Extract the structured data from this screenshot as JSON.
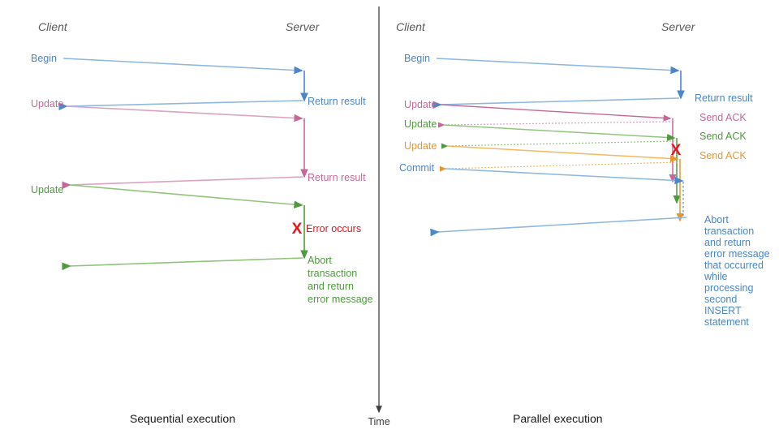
{
  "colors": {
    "blue": "#4a86c8",
    "blue_light": "#8fb8e0",
    "pink": "#c4689a",
    "pink_light": "#dba3c2",
    "green": "#4e9a3d",
    "green_light": "#92c47d",
    "orange": "#e8972e",
    "orange_light": "#f4b860",
    "red": "#e8131a",
    "gray": "#595959",
    "axis": "#3f3f3f"
  },
  "left_panel": {
    "actors": {
      "client": "Client",
      "server": "Server"
    },
    "caption": "Sequential execution",
    "messages": [
      {
        "label": "Begin",
        "color_key": "blue"
      },
      {
        "label": "Return result",
        "color_key": "blue"
      },
      {
        "label": "Update",
        "color_key": "pink"
      },
      {
        "label": "Return result",
        "color_key": "pink"
      },
      {
        "label": "Update",
        "color_key": "green"
      }
    ],
    "error_marker": {
      "glyph": "X",
      "label": "Error occurs"
    },
    "note": {
      "color_key": "green",
      "lines": [
        "Abort",
        "transaction",
        "and return",
        "error message"
      ]
    }
  },
  "right_panel": {
    "actors": {
      "client": "Client",
      "server": "Server"
    },
    "caption": "Parallel execution",
    "messages": [
      {
        "label": "Begin",
        "color_key": "blue"
      },
      {
        "label": "Return result",
        "color_key": "blue"
      },
      {
        "label": "Update",
        "color_key": "pink"
      },
      {
        "label": "Send ACK",
        "color_key": "pink"
      },
      {
        "label": "Update",
        "color_key": "green"
      },
      {
        "label": "Send ACK",
        "color_key": "green"
      },
      {
        "label": "Update",
        "color_key": "orange"
      },
      {
        "label": "Send ACK",
        "color_key": "orange"
      },
      {
        "label": "Commit",
        "color_key": "blue"
      }
    ],
    "error_marker": {
      "glyph": "X",
      "label": ""
    },
    "note": {
      "color_key": "blue",
      "lines": [
        "Abort",
        "transaction",
        "and return",
        "error message",
        "that occurred",
        "while",
        "processing",
        "second",
        "INSERT",
        "statement"
      ]
    }
  },
  "time_axis": {
    "label": "Time"
  }
}
